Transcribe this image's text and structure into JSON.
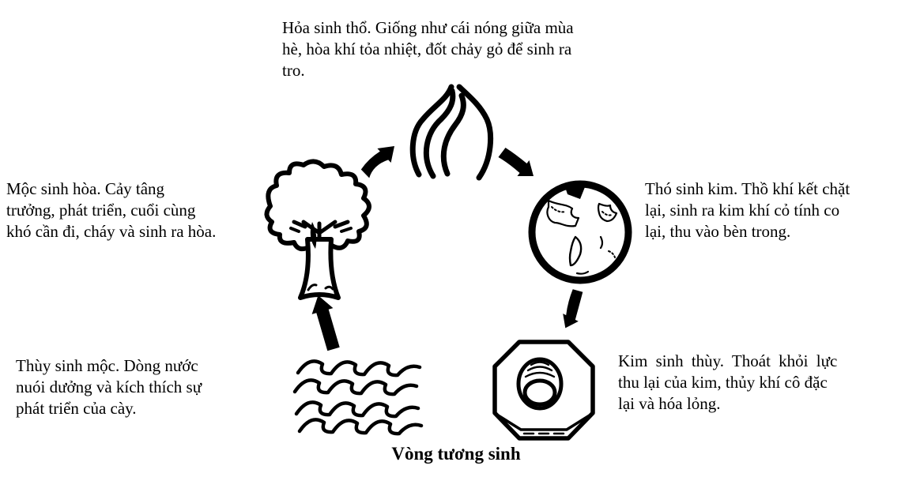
{
  "diagram": {
    "title": "Vòng tương sinh",
    "colors": {
      "ink": "#000000",
      "background": "#ffffff"
    },
    "labels": {
      "fire_to_earth": {
        "text": "Hỏa sinh thổ. Giống như cái nóng giữa mùa hè, hòa khí tỏa nhiệt, đốt chảy gỏ để sinh ra tro.",
        "lines": [
          "Hỏa sinh thổ. Giống như cái nóng giữa mùa",
          "hè, hòa khí tỏa nhiệt, đốt chảy gỏ để sinh ra",
          "tro."
        ]
      },
      "wood_to_fire": {
        "text": "Mộc sinh hòa. Cảy tâng trưởng, phát triển, cuổi cùng khó cần đi, cháy và sinh ra hòa.",
        "lines": [
          "Mộc sinh hòa. Cảy tâng",
          "trưởng, phát triển, cuổi cùng",
          "khó cần đi, cháy và sinh ra hòa."
        ]
      },
      "earth_to_metal": {
        "text": "Thó sinh kim. Thồ khí kết chặt lại, sinh ra kim khí cỏ tính co lại, thu vào bèn trong.",
        "lines": [
          "Thó sinh kim. Thồ khí kết chặt",
          "lại, sinh ra kim khí cỏ tính co",
          "lại, thu vào bèn trong."
        ]
      },
      "water_to_wood": {
        "text": "Thùy sinh mộc. Dòng nước nuói dưởng và kích thích sự phát triển của cày.",
        "lines": [
          "Thùy sinh mộc. Dòng nước",
          "nuói dưởng và kích thích sự",
          "phát triển của cày."
        ]
      },
      "metal_to_water": {
        "text": "Kim sinh thùy. Thoát khỏi lực thu lại của kim, thủy khí cô đặc lại và hóa lỏng.",
        "lines": [
          "Kim sinh thùy. Thoát khỏi lực",
          "thu lại của kim, thủy khí cô đặc",
          "lại và hóa lỏng."
        ]
      }
    },
    "icons": [
      {
        "name": "flame-icon",
        "element": "fire"
      },
      {
        "name": "tree-icon",
        "element": "wood"
      },
      {
        "name": "globe-icon",
        "element": "earth"
      },
      {
        "name": "nut-icon",
        "element": "metal"
      },
      {
        "name": "waves-icon",
        "element": "water"
      }
    ],
    "arrows": [
      {
        "name": "arrow-wood-to-fire",
        "direction": "up-right"
      },
      {
        "name": "arrow-fire-to-earth",
        "direction": "down-right"
      },
      {
        "name": "arrow-earth-to-metal",
        "direction": "down-left"
      },
      {
        "name": "arrow-water-to-wood",
        "direction": "up"
      }
    ]
  }
}
